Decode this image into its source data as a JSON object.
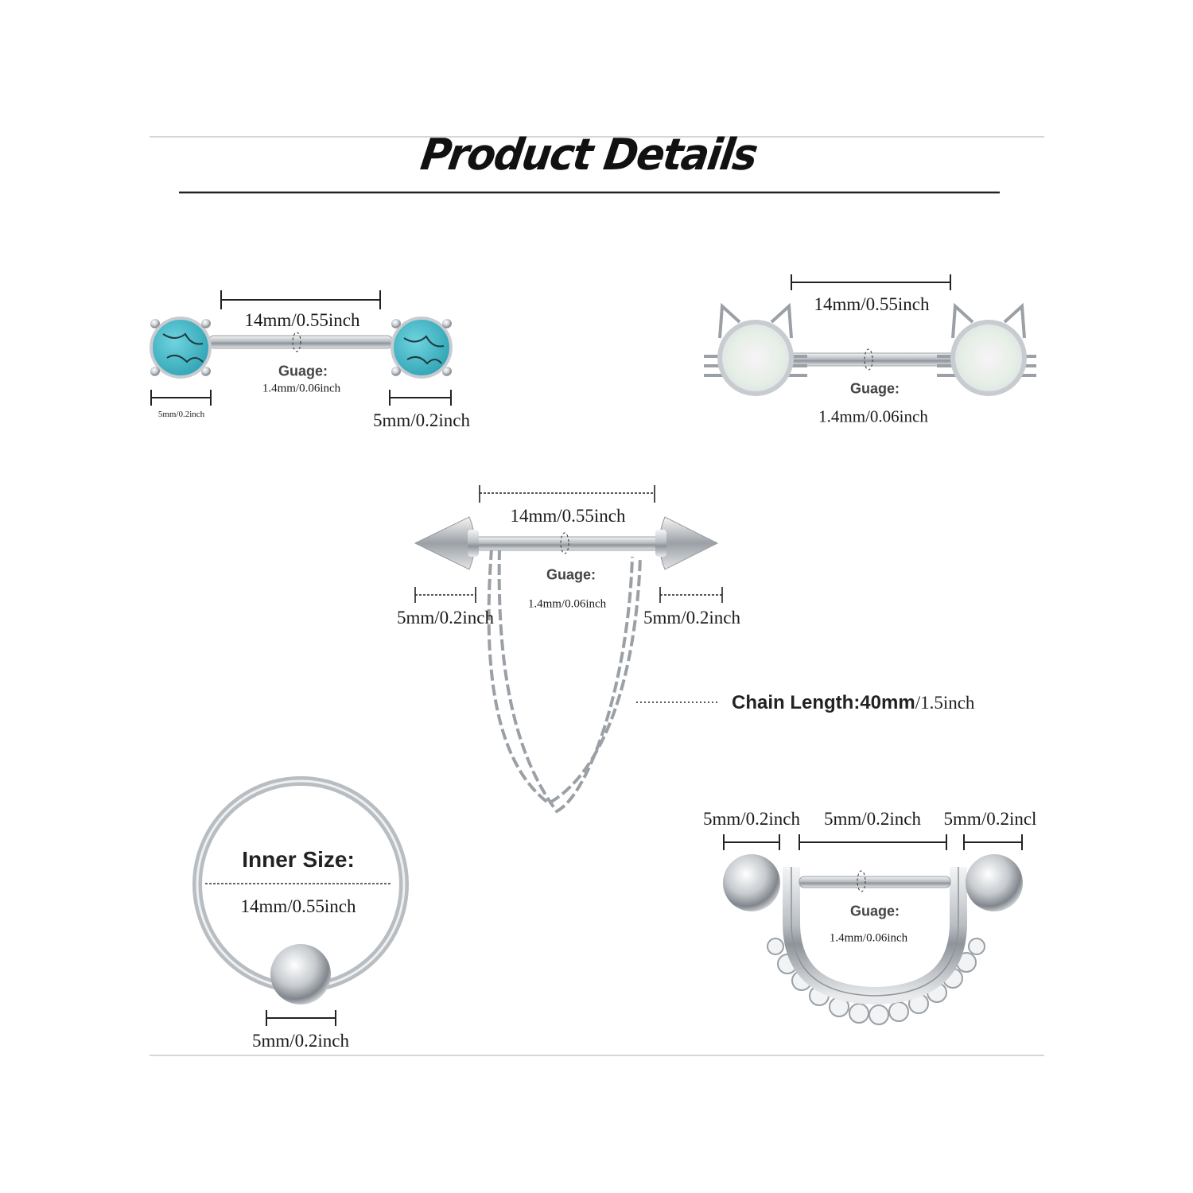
{
  "title": "Product Details",
  "colors": {
    "turquoise": "#3bb3c3",
    "opal": "#eef2ec",
    "silver": "#c8ccd0",
    "text": "#1a1a1a"
  },
  "barbell_turquoise": {
    "length": "14mm/0.55inch",
    "gauge_label": "Guage:",
    "gauge": "1.4mm/0.06inch",
    "left_ball": "5mm/0.2inch",
    "right_ball": "5mm/0.2inch"
  },
  "barbell_cat": {
    "length": "14mm/0.55inch",
    "gauge_label": "Guage:",
    "gauge": "1.4mm/0.06inch"
  },
  "barbell_chain": {
    "length": "14mm/0.55inch",
    "gauge_label": "Guage:",
    "gauge": "1.4mm/0.06inch",
    "left_spike": "5mm/0.2inch",
    "right_spike": "5mm/0.2inch",
    "chain_label": "Chain Length:40mm",
    "chain_inch": "/1.5inch"
  },
  "captive_ring": {
    "inner_label": "Inner Size:",
    "inner_size": "14mm/0.55inch",
    "ball": "5mm/0.2inch"
  },
  "shield_barbell": {
    "left_ball": "5mm/0.2inch",
    "middle": "5mm/0.2inch",
    "right_ball": "5mm/0.2incl",
    "gauge_label": "Guage:",
    "gauge": "1.4mm/0.06inch"
  }
}
